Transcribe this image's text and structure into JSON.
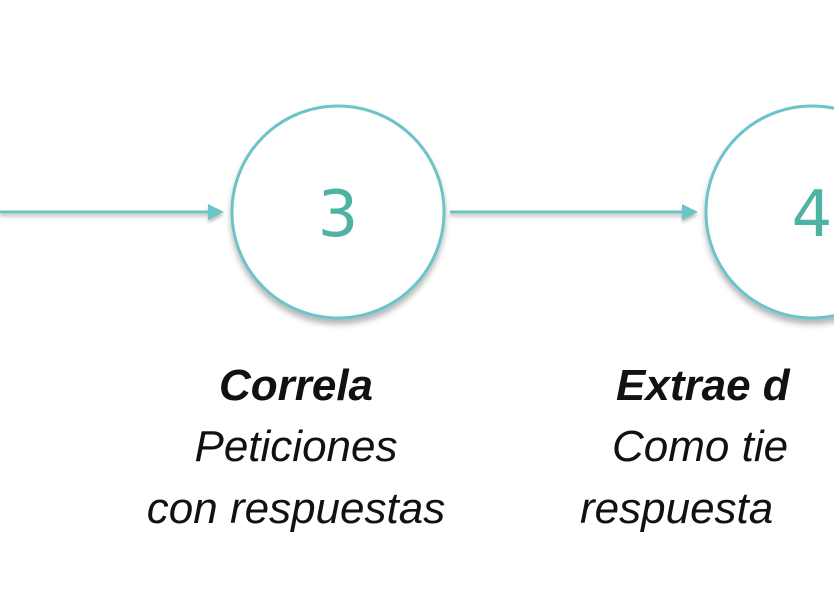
{
  "colors": {
    "accent": "#4fb3a4",
    "circle_stroke": "#6cc3c8",
    "text": "#111111"
  },
  "steps": [
    {
      "number": "3",
      "title": "Correla",
      "desc_line1": "Peticiones",
      "desc_line2": "con respuestas"
    },
    {
      "number": "4",
      "title": "Extrae d",
      "desc_line1": "Como tie",
      "desc_line2": "respuesta"
    }
  ]
}
